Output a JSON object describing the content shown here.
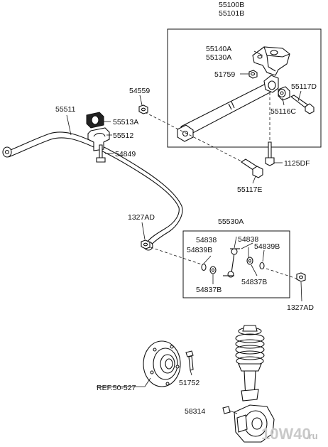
{
  "labels": {
    "p55100B": "55100B",
    "p55101B": "55101B",
    "p55140A": "55140A",
    "p55130A": "55130A",
    "p51759": "51759",
    "p55117D": "55117D",
    "p55116C": "55116C",
    "p1125DF": "1125DF",
    "p55117E": "55117E",
    "p54559": "54559",
    "p55511": "55511",
    "p55513A": "55513A",
    "p55512": "55512",
    "p54849": "54849",
    "p1327AD_left": "1327AD",
    "p55530A": "55530A",
    "p54838_a": "54838",
    "p54838_b": "54838",
    "p54839B_a": "54839B",
    "p54839B_b": "54839B",
    "p54837B_a": "54837B",
    "p54837B_b": "54837B",
    "p1327AD_right": "1327AD",
    "p51752": "51752",
    "ref50527": "REF.50-527",
    "p58314": "58314"
  },
  "watermark": {
    "text": "10W40",
    "suffix": ".ru",
    "color": "#c9c9c9"
  }
}
